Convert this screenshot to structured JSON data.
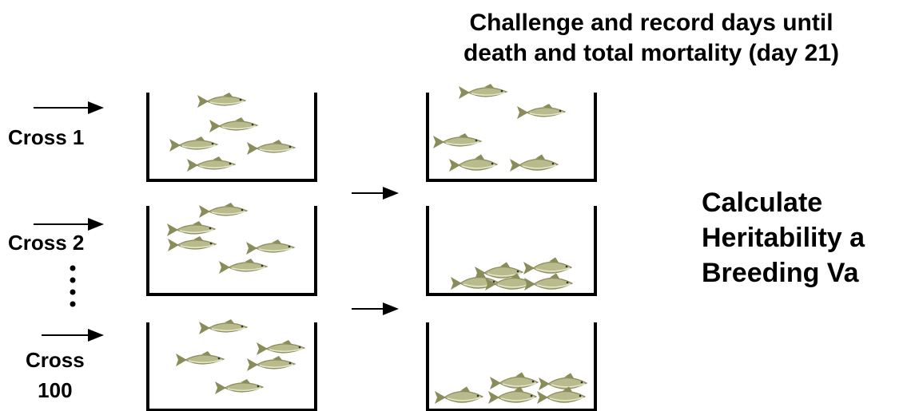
{
  "header": {
    "line1": "Challenge and record days until",
    "line2": "death and total mortality (day 21)"
  },
  "crosses": [
    {
      "label": "Cross 1"
    },
    {
      "label": "Cross 2"
    },
    {
      "label_line1": "Cross",
      "label_line2": "100"
    }
  ],
  "result": {
    "line1": "Calculate",
    "line2": "Heritability a",
    "line3": "Breeding Va"
  },
  "icons": {
    "fish": "fish-icon",
    "dead_fish": "dead-fish-icon",
    "arrow": "arrow-right-icon"
  },
  "colors": {
    "fish_body": "#b9bb8c",
    "fish_dark": "#8a8c5c",
    "tank_line": "#000000"
  }
}
